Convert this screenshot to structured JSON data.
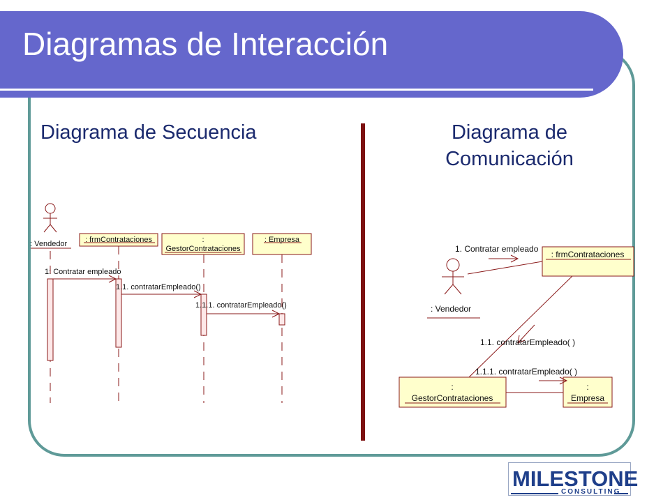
{
  "slide": {
    "title": "Diagramas de Interacción",
    "left_heading": "Diagrama de Secuencia",
    "right_heading_line1": "Diagrama de",
    "right_heading_line2": "Comunicación"
  },
  "sequence_diagram": {
    "actor": ": Vendedor",
    "obj_frm": ": frmContrataciones",
    "obj_gestor_1": ":",
    "obj_gestor_2": "GestorContrataciones",
    "obj_empresa": ": Empresa",
    "msg_1": "1: Contratar empleado",
    "msg_1_1": "1.1. contratarEmpleado()",
    "msg_1_1_1": "1.1.1. contratarEmpleado()"
  },
  "communication_diagram": {
    "actor": ": Vendedor",
    "obj_frm": ": frmContrataciones",
    "obj_gestor_1": ":",
    "obj_gestor_2": "GestorContrataciones",
    "obj_empresa_1": ":",
    "obj_empresa_2": "Empresa",
    "msg_1": "1. Contratar empleado",
    "msg_1_1": "1.1. contratarEmpleado( )",
    "msg_1_1_1": "1.1.1. contratarEmpleado( )"
  },
  "logo": {
    "name": "MILESTONE",
    "sub": "CONSULTING"
  },
  "colors": {
    "title_band": "#6567cc",
    "frame": "#5f9a98",
    "heading_text": "#1b2a6e",
    "divider": "#7c1010",
    "uml_box_fill": "#ffffcc",
    "uml_box_stroke": "#8a1a1a",
    "uml_line": "#8a1a1a",
    "uml_activation": "#fde8e8"
  }
}
